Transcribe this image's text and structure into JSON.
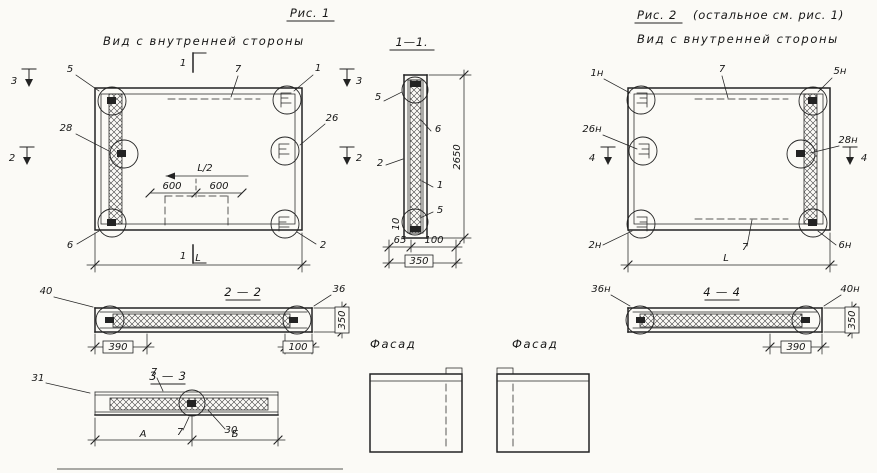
{
  "fig1": {
    "title": "Рис. 1",
    "subtitle": "Вид с внутренней стороны",
    "label_5": "5",
    "label_7": "7",
    "label_1": "1",
    "label_28": "28",
    "label_26": "26",
    "label_6": "6",
    "label_2": "2",
    "section_3": "3",
    "section_2": "2",
    "section_1": "1",
    "dim_half_l": "L/2",
    "dim_600": "600",
    "dim_l": "L"
  },
  "section_1_1": {
    "title": "1—1.",
    "label_5_top": "5",
    "label_6": "6",
    "label_2": "2",
    "label_1": "1",
    "label_5_bottom": "5",
    "dim_2650": "2650",
    "dim_10": "10",
    "dim_65": "65",
    "dim_100": "100",
    "dim_350": "350"
  },
  "section_2_2": {
    "title": "2 — 2",
    "label_40": "40",
    "label_36": "36",
    "dim_390": "390",
    "dim_100": "100",
    "dim_350": "350"
  },
  "section_3_3": {
    "title": "3 — 3",
    "label_31": "31",
    "label_7": "7",
    "label_30": "30",
    "dim_a": "А",
    "dim_b": "Б"
  },
  "facade": {
    "label": "Фасад"
  },
  "fig2": {
    "title": "Рис. 2",
    "title_note": "(остальное см. рис. 1)",
    "subtitle": "Вид с внутренней стороны",
    "label_1n": "1н",
    "label_7": "7",
    "label_5n": "5н",
    "label_26n": "26н",
    "label_28n": "28н",
    "label_2n": "2н",
    "label_6n": "6н",
    "section_4": "4",
    "dim_l": "L"
  },
  "section_4_4": {
    "title": "4 — 4",
    "label_36n": "36н",
    "label_40n": "40н",
    "dim_390": "390",
    "dim_350": "350"
  }
}
